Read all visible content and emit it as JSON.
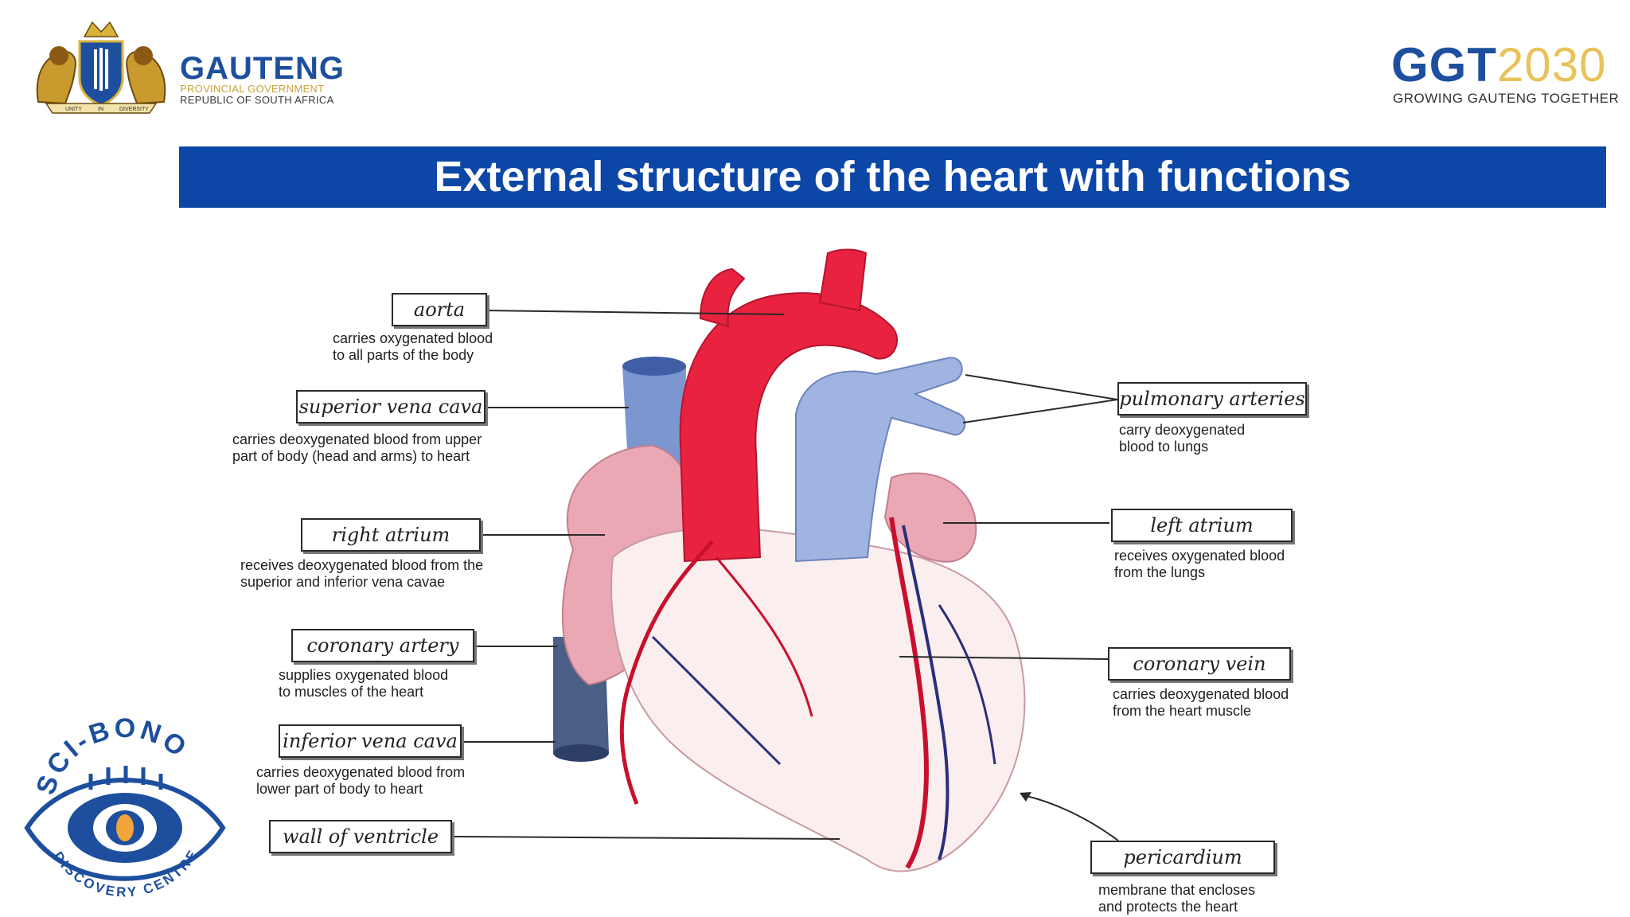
{
  "header": {
    "gauteng_name": "GAUTENG",
    "gauteng_line1": "PROVINCIAL GOVERNMENT",
    "gauteng_line2": "REPUBLIC OF SOUTH AFRICA",
    "crest_left_text": "UNITY",
    "crest_mid_text": "IN",
    "crest_right_text": "DIVERSITY",
    "ggt_prefix": "GGT",
    "ggt_year": "2030",
    "ggt_tagline": "GROWING GAUTENG TOGETHER"
  },
  "slide": {
    "title": "External structure of the heart with functions"
  },
  "labels": {
    "aorta": {
      "name": "aorta",
      "desc": "carries oxygenated blood\nto all parts of the body"
    },
    "superior_vena_cava": {
      "name": "superior vena cava",
      "desc": "carries deoxygenated blood from upper\npart of body (head and arms) to heart"
    },
    "right_atrium": {
      "name": "right atrium",
      "desc": "receives deoxygenated blood from the\nsuperior and inferior vena cavae"
    },
    "coronary_artery": {
      "name": "coronary artery",
      "desc": "supplies oxygenated blood\nto muscles of the heart"
    },
    "inferior_vena_cava": {
      "name": "inferior vena cava",
      "desc": "carries deoxygenated blood from\nlower part of body to heart"
    },
    "wall_of_ventricle": {
      "name": "wall of ventricle"
    },
    "pulmonary_arteries": {
      "name": "pulmonary arteries",
      "desc": "carry deoxygenated\nblood to lungs"
    },
    "left_atrium": {
      "name": "left atrium",
      "desc": "receives oxygenated blood\nfrom the lungs"
    },
    "coronary_vein": {
      "name": "coronary vein",
      "desc": "carries deoxygenated blood\nfrom the heart muscle"
    },
    "pericardium": {
      "name": "pericardium",
      "desc": "membrane that encloses\nand protects the heart"
    }
  },
  "footer_logo": {
    "top_text": "SCI-BONO",
    "bottom_text": "DISCOVERY CENTRE"
  },
  "colors": {
    "title_bar": "#0c47a8",
    "gauteng_blue": "#1d4f9e",
    "gold": "#e8c35a",
    "artery_red": "#e8223f",
    "vein_blue": "#9fb4e0"
  }
}
